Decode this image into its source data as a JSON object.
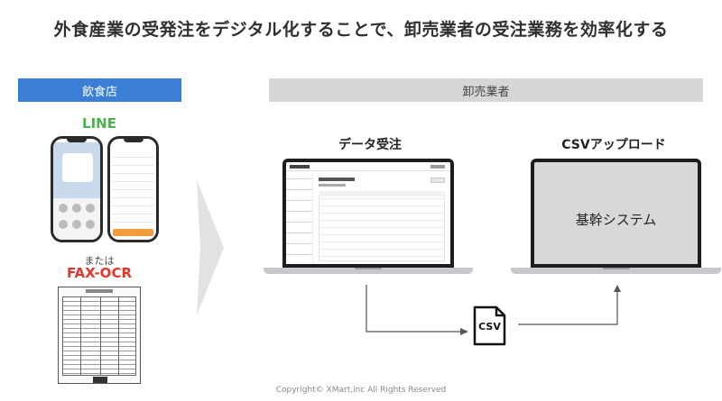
{
  "title": "外食産業の受発注をデジタル化することで、卸売業者の受注業務を効率化する",
  "sections": {
    "restaurant": "飲食店",
    "wholesaler": "卸売業者"
  },
  "restaurant": {
    "channel_line": "LINE",
    "or_text": "または",
    "channel_fax": "FAX-OCR"
  },
  "wholesaler": {
    "order_receive_label": "データ受注",
    "csv_upload_label": "CSVアップロード",
    "core_system_label": "基幹システム",
    "csv_file_label": "CSV"
  },
  "colors": {
    "restaurant_band": "#3a7fd5",
    "wholesaler_band": "#d6d6d6",
    "line_green": "#4caf50",
    "fax_red": "#e8352b",
    "core_screen": "#d8d8d8"
  },
  "icons": {
    "csv_file": "file-icon",
    "flow_arrow": "arrow-icon",
    "section_divider": "chevron-icon"
  },
  "copyright": "Copyright© XMart,inc All Rights Reserved"
}
